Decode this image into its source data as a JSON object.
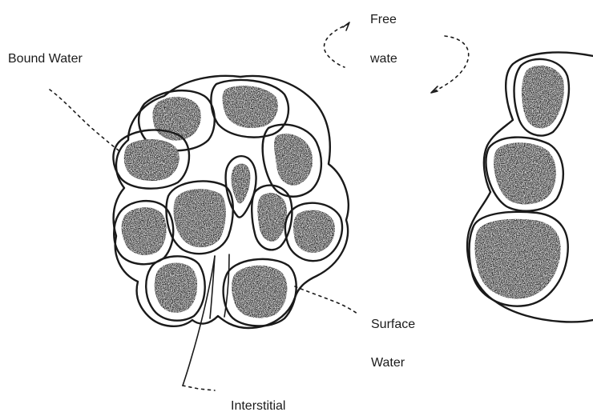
{
  "labels": {
    "free_1": "Free",
    "free_2": "wate",
    "bound": "Bound Water",
    "surface_1": "Surface",
    "surface_2": "Water",
    "interstitial": "Interstitial"
  },
  "colors": {
    "ink": "#1a1a1a",
    "particle_fill": "#2a2a2a",
    "background": "#ffffff"
  }
}
